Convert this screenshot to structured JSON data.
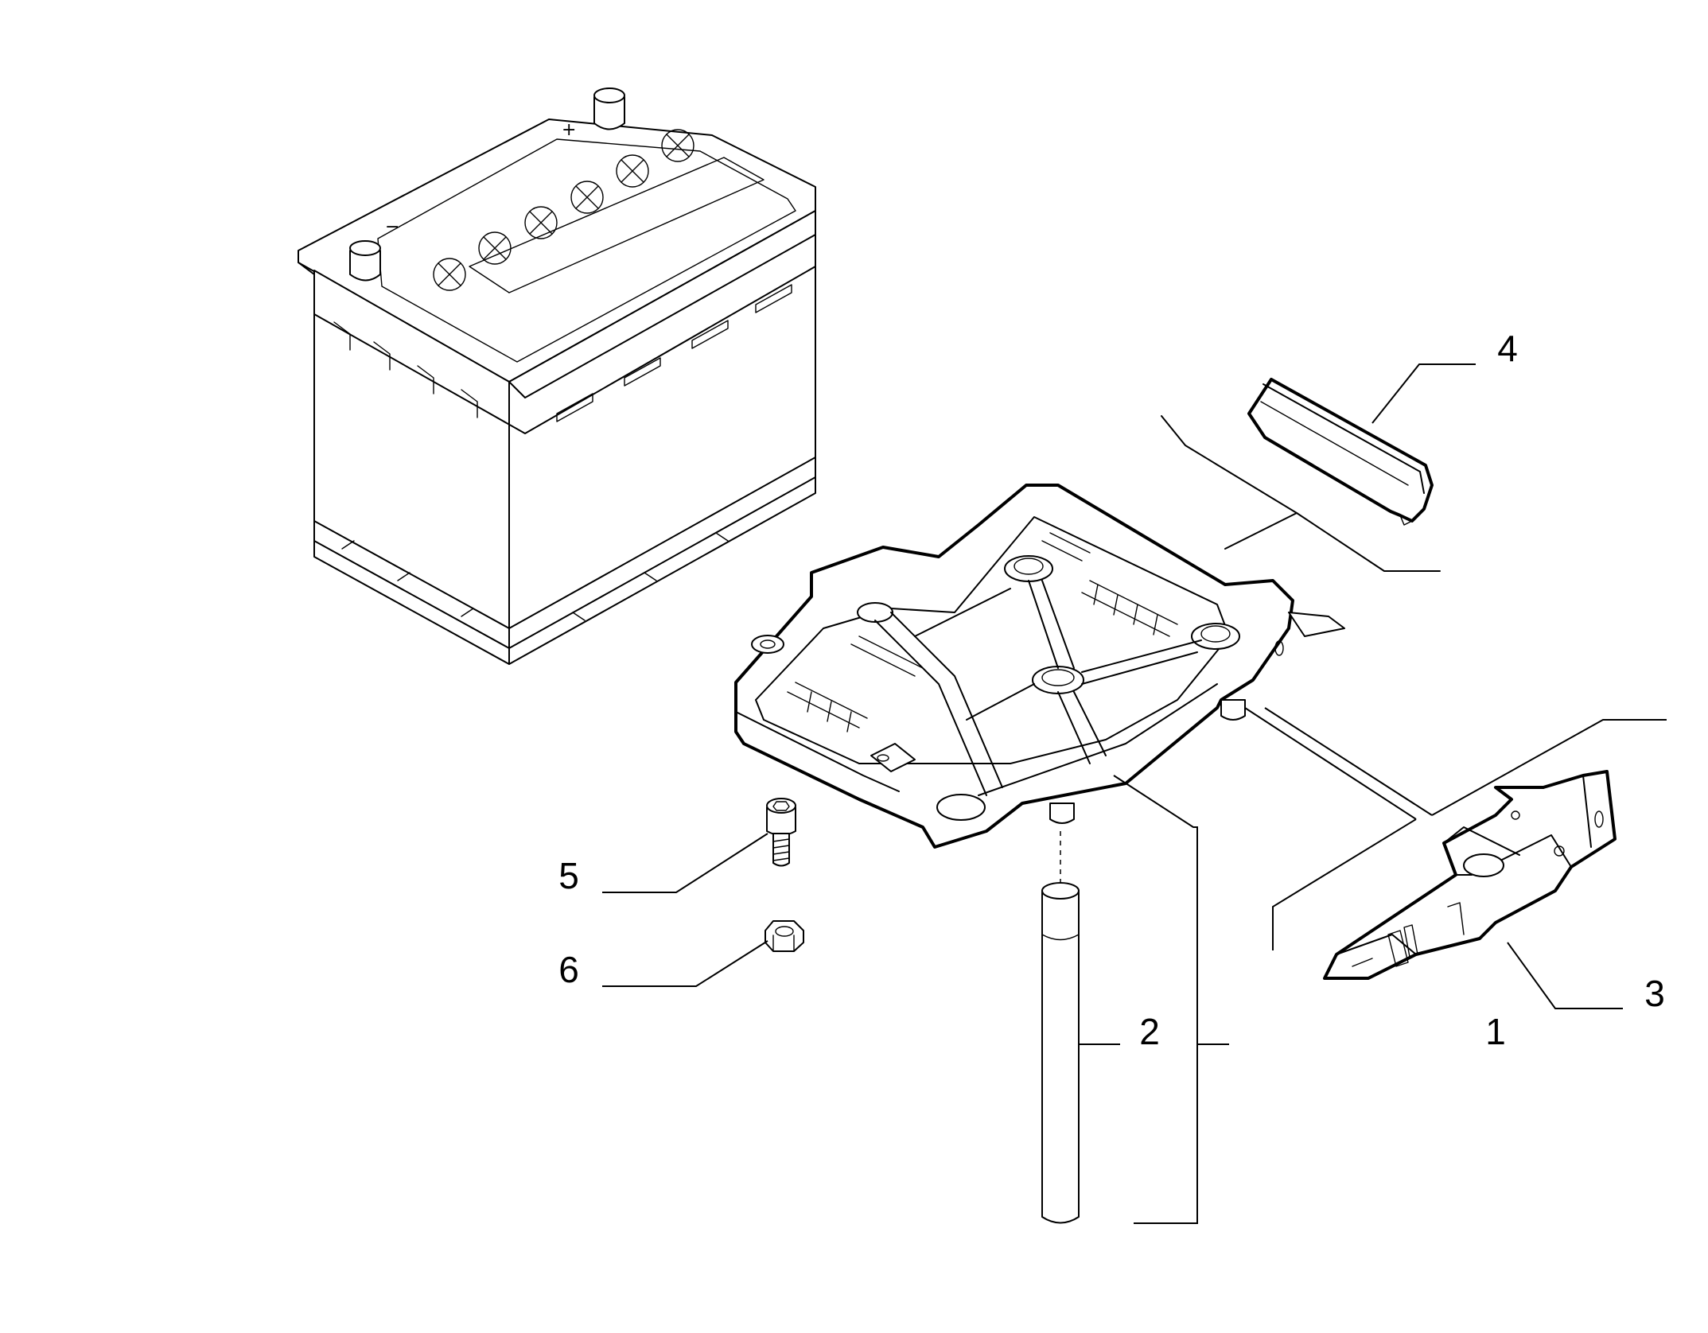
{
  "callouts": [
    {
      "id": "1",
      "label": "1"
    },
    {
      "id": "2",
      "label": "2"
    },
    {
      "id": "3",
      "label": "3"
    },
    {
      "id": "4",
      "label": "4"
    },
    {
      "id": "5",
      "label": "5"
    },
    {
      "id": "6",
      "label": "6"
    }
  ],
  "terminals": {
    "positive": "+",
    "negative": "−"
  },
  "colors": {
    "line": "#000000",
    "background": "#ffffff"
  }
}
